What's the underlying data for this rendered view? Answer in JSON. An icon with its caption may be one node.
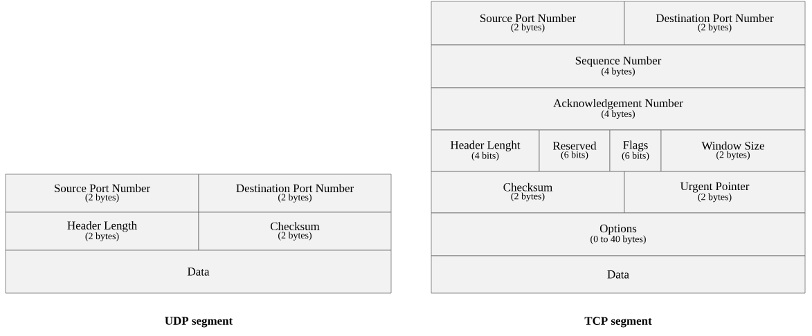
{
  "diagram": {
    "nodes": [
      {
        "text": [
          "Source Port Number",
          "(2 bytes)"
        ]
      },
      {
        "text": [
          "Destination Port Number",
          "(2 bytes)"
        ]
      },
      {
        "text": [
          "Header Length",
          "(2 bytes)"
        ]
      },
      {
        "text": [
          "Checksum",
          "(2 bytes)"
        ]
      },
      {
        "text": [
          "Data"
        ]
      },
      {
        "text": [
          "Source Port Number",
          "(2 bytes)"
        ]
      },
      {
        "text": [
          "Destination Port Number",
          "(2 bytes)"
        ]
      },
      {
        "text": [
          "Sequence Number",
          "(4 bytes)"
        ]
      },
      {
        "text": [
          "Acknowledgement Number",
          "(4 bytes)"
        ]
      },
      {
        "text": [
          "Header Lenght",
          "(4 bits)"
        ]
      },
      {
        "text": [
          "Reserved",
          "(6 bits)"
        ]
      },
      {
        "text": [
          "Flags",
          "(6 bits)"
        ]
      },
      {
        "text": [
          "Window Size",
          "(2 bytes)"
        ]
      },
      {
        "text": [
          "Checksum",
          "(2 bytes)"
        ]
      },
      {
        "text": [
          "Urgent Pointer",
          "(2 bytes)"
        ]
      },
      {
        "text": [
          "Options",
          "(0 to 40 bytes)"
        ]
      },
      {
        "text": [
          "Data"
        ]
      }
    ],
    "labels": [
      "UDP segment",
      "TCP segment"
    ]
  }
}
